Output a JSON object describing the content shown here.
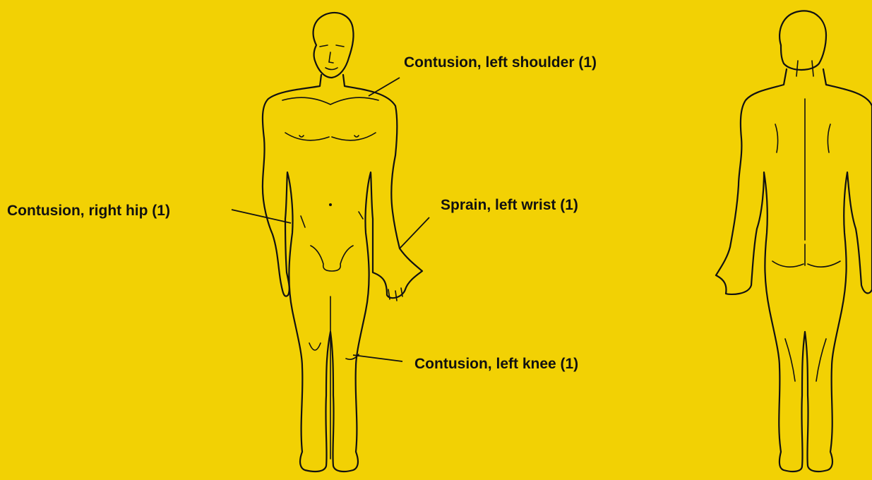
{
  "background_color": "#F2D104",
  "line_color": "#111111",
  "figures": [
    "front-view",
    "back-view"
  ],
  "annotations": [
    {
      "id": "left-shoulder",
      "text": "Contusion, left shoulder (1)"
    },
    {
      "id": "right-hip",
      "text": "Contusion, right hip (1)"
    },
    {
      "id": "left-wrist",
      "text": "Sprain, left wrist (1)"
    },
    {
      "id": "left-knee",
      "text": "Contusion, left knee (1)"
    }
  ]
}
